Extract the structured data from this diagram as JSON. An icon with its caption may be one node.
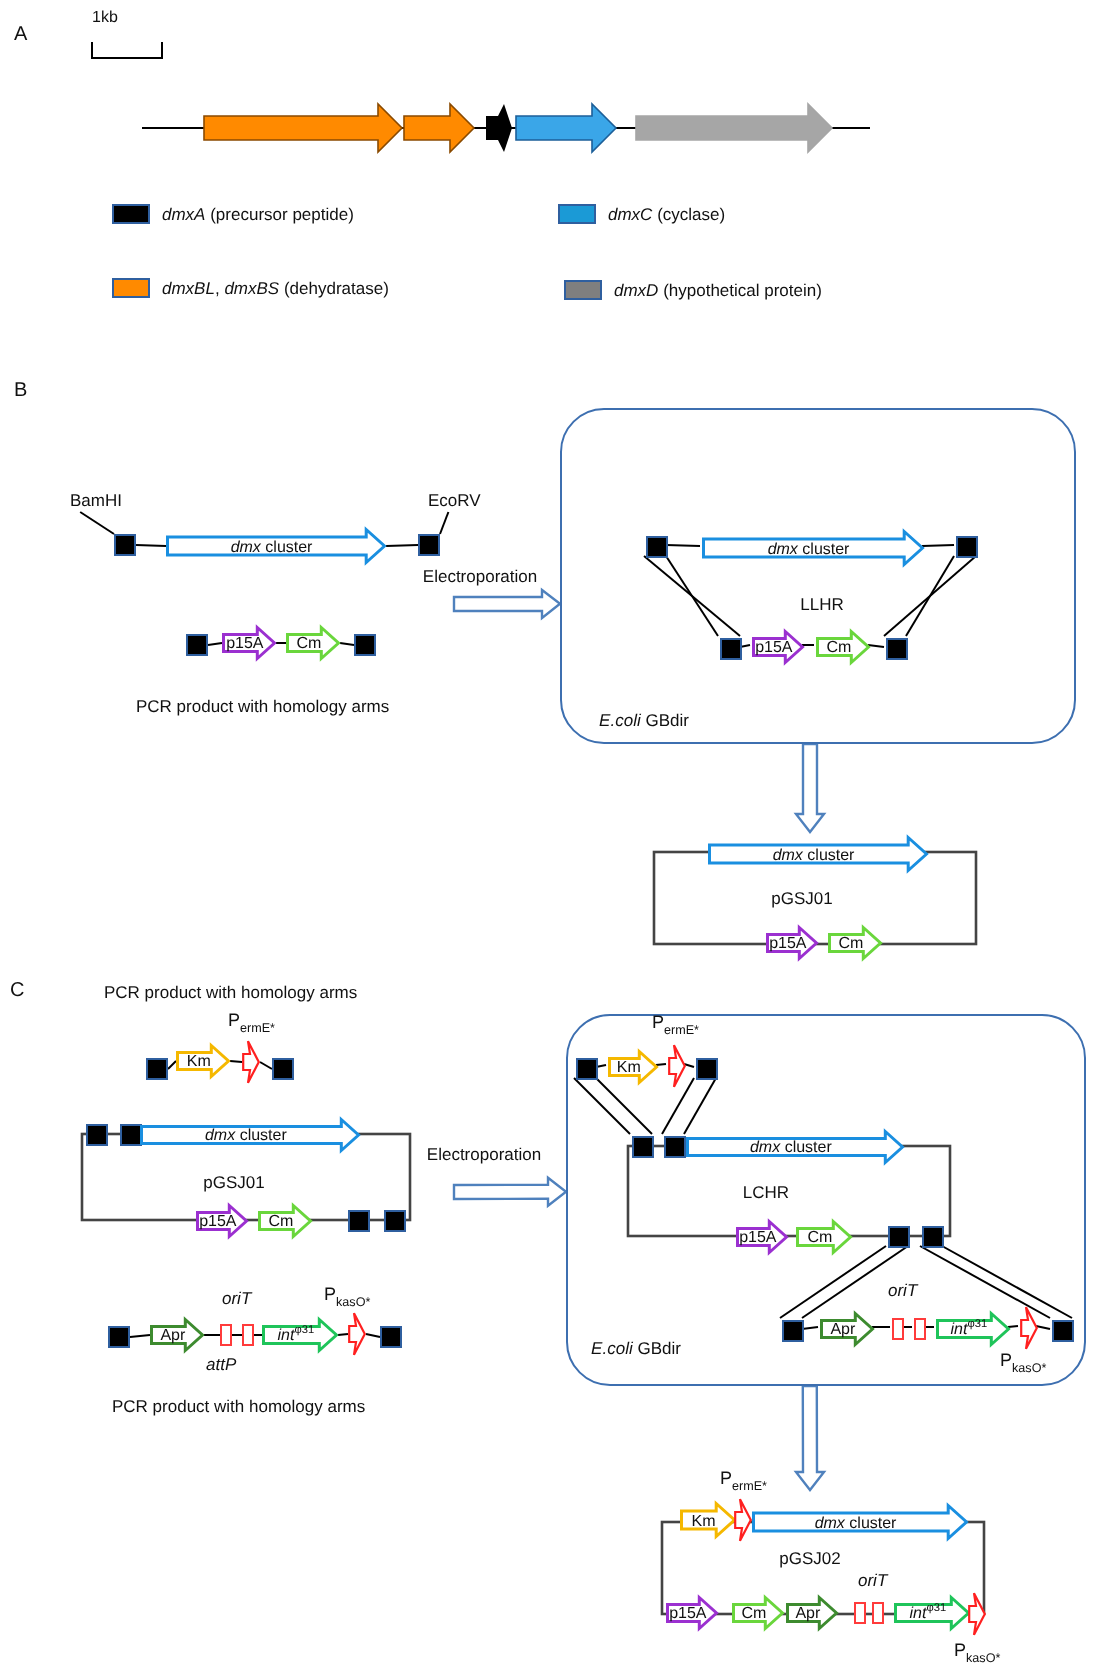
{
  "diagram": {
    "nodes": [
      {
        "text": [
          "BamHI"
        ]
      },
      {
        "text": [
          "EcoRV"
        ]
      },
      {
        "text": [],
        "shape": "box"
      },
      {
        "text": [
          "*dmx* cluster"
        ]
      },
      {
        "text": [],
        "shape": "box"
      },
      {
        "text": [],
        "shape": "box"
      },
      {
        "text": [
          "p15A"
        ]
      },
      {
        "text": [
          "Cm"
        ]
      },
      {
        "text": [],
        "shape": "box"
      },
      {
        "text": [
          "*E.coli* GBdir",
          "LLHR"
        ]
      },
      {
        "text": [],
        "shape": "box",
        "in": 9
      },
      {
        "text": [
          "*dmx* cluster"
        ],
        "in": 9
      },
      {
        "text": [],
        "shape": "box",
        "in": 9
      },
      {
        "text": [],
        "shape": "box",
        "in": 9
      },
      {
        "text": [
          "p15A"
        ],
        "in": 9
      },
      {
        "text": [
          "Cm"
        ],
        "in": 9
      },
      {
        "text": [],
        "shape": "box",
        "in": 9
      },
      {
        "text": [
          "pGSJ01"
        ]
      },
      {
        "text": [
          "*dmx* cluster"
        ]
      },
      {
        "text": [
          "p15A"
        ]
      },
      {
        "text": [
          "Cm"
        ]
      },
      {
        "text": [],
        "shape": "box"
      },
      {
        "text": [
          "Km"
        ]
      },
      {
        "text": [],
        "shape": "arrow"
      },
      {
        "text": [],
        "shape": "box"
      },
      {
        "text": [
          "pGSJ01"
        ]
      },
      {
        "text": [],
        "shape": "box"
      },
      {
        "text": [],
        "shape": "box"
      },
      {
        "text": [
          "*dmx* cluster"
        ]
      },
      {
        "text": [
          "p15A"
        ]
      },
      {
        "text": [
          "Cm"
        ]
      },
      {
        "text": [],
        "shape": "box"
      },
      {
        "text": [],
        "shape": "box"
      },
      {
        "text": [],
        "shape": "box"
      },
      {
        "text": [
          "Apr"
        ]
      },
      {
        "text": [],
        "shape": "box"
      },
      {
        "text": [],
        "shape": "box"
      },
      {
        "text": [
          "*int*$^{φ31}$"
        ]
      },
      {
        "text": [],
        "shape": "arrow"
      },
      {
        "text": [],
        "shape": "box"
      },
      {
        "text": [
          "*E.coli* GBdir"
        ]
      },
      {
        "text": [],
        "shape": "box",
        "in": 40
      },
      {
        "text": [
          "Km"
        ],
        "in": 40
      },
      {
        "text": [],
        "shape": "arrow",
        "in": 40
      },
      {
        "text": [],
        "shape": "box",
        "in": 40
      },
      {
        "text": [
          "LCHR"
        ],
        "in": 40
      },
      {
        "text": [],
        "shape": "box",
        "in": 40
      },
      {
        "text": [],
        "shape": "box",
        "in": 40
      },
      {
        "text": [
          "*dmx* cluster"
        ],
        "in": 40
      },
      {
        "text": [
          "p15A"
        ],
        "in": 40
      },
      {
        "text": [
          "Cm"
        ],
        "in": 40
      },
      {
        "text": [],
        "shape": "box",
        "in": 40
      },
      {
        "text": [],
        "shape": "box",
        "in": 40
      },
      {
        "text": [],
        "shape": "box",
        "in": 40
      },
      {
        "text": [
          "Apr"
        ],
        "in": 40
      },
      {
        "text": [],
        "shape": "box",
        "in": 40
      },
      {
        "text": [],
        "shape": "box",
        "in": 40
      },
      {
        "text": [
          "*int*$^{φ31}$"
        ],
        "in": 40
      },
      {
        "text": [],
        "shape": "arrow",
        "in": 40
      },
      {
        "text": [],
        "shape": "box",
        "in": 40
      },
      {
        "text": [
          "pGSJ02"
        ]
      },
      {
        "text": [
          "Km"
        ]
      },
      {
        "text": [],
        "shape": "arrow"
      },
      {
        "text": [
          "*dmx* cluster"
        ]
      },
      {
        "text": [
          "p15A"
        ]
      },
      {
        "text": [
          "Cm"
        ]
      },
      {
        "text": [
          "Apr"
        ]
      },
      {
        "text": [],
        "shape": "box"
      },
      {
        "text": [],
        "shape": "box"
      },
      {
        "text": [
          "*int*$^{φ31}$"
        ]
      },
      {
        "text": [],
        "shape": "arrow"
      }
    ],
    "edges": [
      {
        "from": 0,
        "to": 2,
        "arrow": "none"
      },
      {
        "from": 1,
        "to": 4,
        "arrow": "none"
      },
      {
        "from": 2,
        "to": 3,
        "arrow": "none"
      },
      {
        "from": 3,
        "to": 4,
        "arrow": "none"
      },
      {
        "from": 5,
        "to": 6,
        "arrow": "none"
      },
      {
        "from": 6,
        "to": 7,
        "arrow": "none"
      },
      {
        "from": 7,
        "to": 8,
        "arrow": "none"
      },
      {
        "from": null,
        "to": 9,
        "arrow": "to",
        "label": "Electroporation",
        "style": "thick",
        "color": "#4f81bd"
      },
      {
        "from": 10,
        "to": 11,
        "arrow": "none"
      },
      {
        "from": 11,
        "to": 12,
        "arrow": "none"
      },
      {
        "from": 13,
        "to": 14,
        "arrow": "none"
      },
      {
        "from": 14,
        "to": 15,
        "arrow": "none"
      },
      {
        "from": 15,
        "to": 16,
        "arrow": "none"
      },
      {
        "from": 10,
        "to": 13,
        "arrow": "none"
      },
      {
        "from": 10,
        "to": 13,
        "arrow": "none"
      },
      {
        "from": 12,
        "to": 16,
        "arrow": "none"
      },
      {
        "from": 12,
        "to": 16,
        "arrow": "none"
      },
      {
        "from": 9,
        "to": 17,
        "arrow": "to",
        "style": "thick",
        "color": "#4f81bd"
      },
      {
        "from": 21,
        "to": 22,
        "arrow": "none"
      },
      {
        "from": 22,
        "to": 23,
        "arrow": "none"
      },
      {
        "from": 23,
        "to": 24,
        "arrow": "none"
      },
      {
        "from": 33,
        "to": 34,
        "arrow": "none"
      },
      {
        "from": 34,
        "to": 35,
        "arrow": "none"
      },
      {
        "from": 35,
        "to": 36,
        "arrow": "none"
      },
      {
        "from": 36,
        "to": 37,
        "arrow": "none"
      },
      {
        "from": 37,
        "to": 38,
        "arrow": "none"
      },
      {
        "from": 38,
        "to": 39,
        "arrow": "none"
      },
      {
        "from": null,
        "to": 40,
        "arrow": "to",
        "label": "Electroporation",
        "style": "thick",
        "color": "#4f81bd"
      },
      {
        "from": 41,
        "to": 42,
        "arrow": "none"
      },
      {
        "from": 42,
        "to": 43,
        "arrow": "none"
      },
      {
        "from": 43,
        "to": 44,
        "arrow": "none"
      },
      {
        "from": 41,
        "to": 46,
        "arrow": "none"
      },
      {
        "from": 41,
        "to": 46,
        "arrow": "none"
      },
      {
        "from": 44,
        "to": 47,
        "arrow": "none"
      },
      {
        "from": 44,
        "to": 47,
        "arrow": "none"
      },
      {
        "from": 51,
        "to": 53,
        "arrow": "none"
      },
      {
        "from": 51,
        "to": 53,
        "arrow": "none"
      },
      {
        "from": 52,
        "to": 59,
        "arrow": "none"
      },
      {
        "from": 52,
        "to": 59,
        "arrow": "none"
      },
      {
        "from": 53,
        "to": 54,
        "arrow": "none"
      },
      {
        "from": 54,
        "to": 55,
        "arrow": "none"
      },
      {
        "from": 55,
        "to": 56,
        "arrow": "none"
      },
      {
        "from": 56,
        "to": 57,
        "arrow": "none"
      },
      {
        "from": 57,
        "to": 58,
        "arrow": "none"
      },
      {
        "from": 58,
        "to": 59,
        "arrow": "none"
      },
      {
        "from": 40,
        "to": 60,
        "arrow": "to",
        "style": "thick",
        "color": "#4f81bd"
      }
    ],
    "labels": [
      "A",
      "1kb",
      "B",
      "PCR product with homology arms",
      "C",
      "PCR product with homology arms",
      "P$_{ermE*}$",
      "oriT",
      "attP",
      "P$_{kasO*}$",
      "PCR product with homology arms",
      "P$_{ermE*}$",
      "oriT",
      "P$_{kasO*}$",
      "P$_{ermE*}$",
      "oriT",
      "P$_{kasO*}$"
    ],
    "legend": [
      {
        "text": "*dmxA* (precursor peptide)",
        "color": "#000000"
      },
      {
        "text": "*dmxC* (cyclase)",
        "color": "#1b9ad6"
      },
      {
        "text": "*dmxBL*, *dmxBS* (dehydratase)",
        "color": "#ff8a00"
      },
      {
        "text": "*dmxD* (hypothetical protein)",
        "color": "#7f7f7f"
      }
    ]
  }
}
